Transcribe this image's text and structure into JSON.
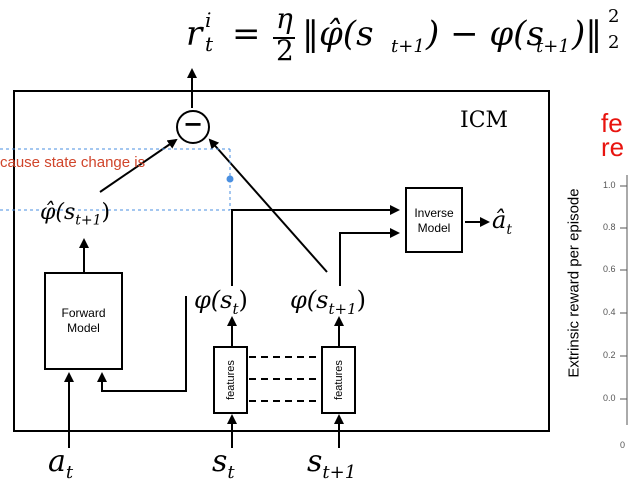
{
  "formula": {
    "lhs_base": "r",
    "lhs_sub": "t",
    "lhs_sup": "i",
    "eq": "=",
    "frac_num": "η",
    "frac_den": "2",
    "body": "‖φ̂(s",
    "body_sub1": "t+1",
    "body_mid": ") − φ(s",
    "body_sub2": "t+1",
    "body_end": ")‖",
    "norm_sup": "2",
    "norm_sub": "2"
  },
  "icm": {
    "title": "ICM",
    "minus": "−",
    "forward_model": [
      "Forward",
      "Model"
    ],
    "inverse_model": [
      "Inverse",
      "Model"
    ],
    "features_label": "features",
    "phi_hat_next": "φ̂(s",
    "phi_hat_next_sub": "t+1",
    "phi_st": "φ(s",
    "phi_st_sub": "t",
    "phi_next": "φ(s",
    "phi_next_sub": "t+1",
    "a_hat": "â",
    "a_hat_sub": "t",
    "a_t": "a",
    "a_t_sub": "t",
    "s_t": "s",
    "s_t_sub": "t",
    "s_next": "s",
    "s_next_sub": "t+1"
  },
  "overlay_text": "cause state change is",
  "right_panel": {
    "heading_line1": "fe",
    "heading_line2": "re",
    "ylabel": "Extrinsic reward per episode",
    "yticks": [
      "1.0",
      "0.8",
      "0.6",
      "0.4",
      "0.2",
      "0.0"
    ],
    "xtick": "0"
  },
  "colors": {
    "overlay_text": "#d0452b",
    "heading": "#e8140f",
    "selection": "#4a8fe0"
  }
}
